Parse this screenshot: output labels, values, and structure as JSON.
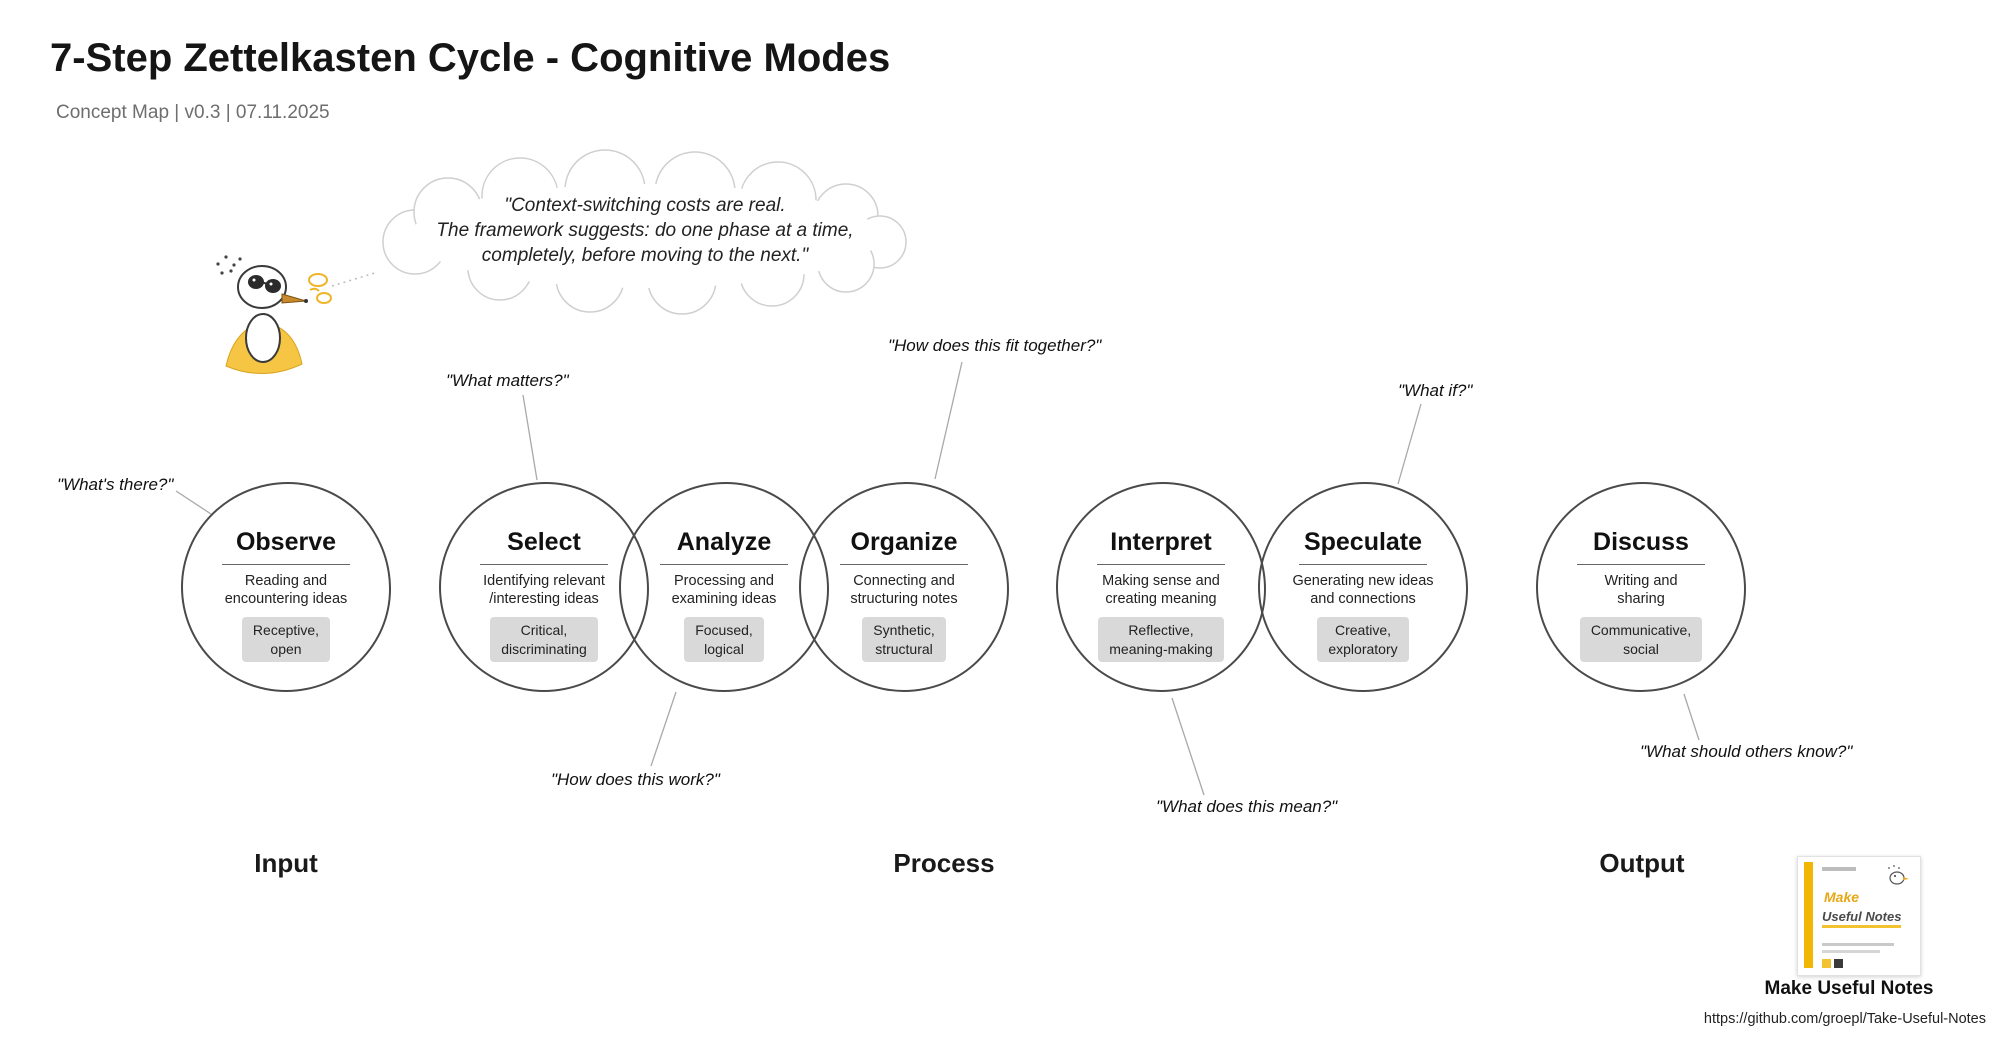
{
  "title": "7-Step Zettelkasten Cycle - Cognitive Modes",
  "subtitle": "Concept Map | v0.3 | 07.11.2025",
  "speech_bubble": {
    "text": "\"Context-switching costs are real.\nThe framework suggests: do one phase at a time,\ncompletely, before moving to the next.\""
  },
  "steps": [
    {
      "name": "Observe",
      "description": "Reading and\nencountering ideas",
      "mode": "Receptive,\nopen",
      "question": "\"What's there?\""
    },
    {
      "name": "Select",
      "description": "Identifying relevant\n/interesting ideas",
      "mode": "Critical,\ndiscriminating",
      "question": "\"What matters?\""
    },
    {
      "name": "Analyze",
      "description": "Processing and\nexamining ideas",
      "mode": "Focused,\nlogical",
      "question": "\"How does this work?\""
    },
    {
      "name": "Organize",
      "description": "Connecting and\nstructuring notes",
      "mode": "Synthetic,\nstructural",
      "question": "\"How does this fit together?\""
    },
    {
      "name": "Interpret",
      "description": "Making sense and\ncreating meaning",
      "mode": "Reflective,\nmeaning-making",
      "question": "\"What does this mean?\""
    },
    {
      "name": "Speculate",
      "description": "Generating new ideas\nand connections",
      "mode": "Creative,\nexploratory",
      "question": "\"What if?\""
    },
    {
      "name": "Discuss",
      "description": "Writing and\nsharing",
      "mode": "Communicative,\nsocial",
      "question": "\"What should others know?\""
    }
  ],
  "phases": [
    {
      "label": "Input"
    },
    {
      "label": "Process"
    },
    {
      "label": "Output"
    }
  ],
  "footer": {
    "logo_line1": "Make",
    "logo_line2": "Useful Notes",
    "brand": "Make Useful Notes",
    "url": "https://github.com/groepl/Take-Useful-Notes"
  },
  "colors": {
    "accent_yellow": "#F2C230",
    "badge_gray": "#D9D9D9"
  }
}
